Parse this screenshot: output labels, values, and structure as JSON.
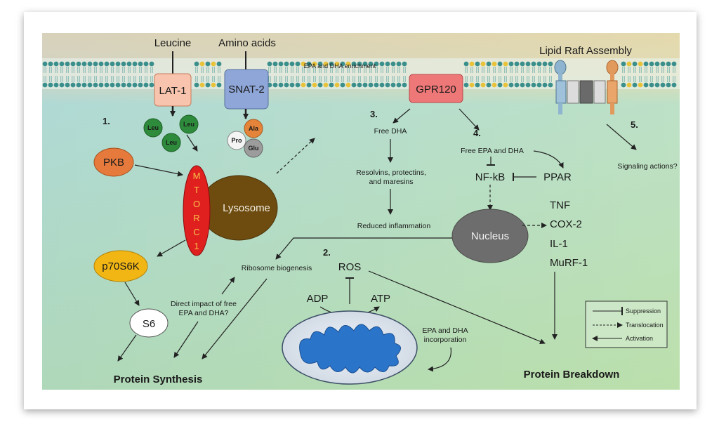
{
  "membrane": {
    "leucine": "Leucine",
    "amino_acids": "Amino acids",
    "lat1": "LAT-1",
    "snat2": "SNAT-2",
    "enrichment": "EPA and DHA enrichment",
    "gpr120": "GPR120",
    "lipid_raft": "Lipid Raft Assembly"
  },
  "steps": {
    "s1": "1.",
    "s2": "2.",
    "s3": "3.",
    "s4": "4.",
    "s5": "5."
  },
  "amino": {
    "leu": "Leu",
    "pro": "Pro",
    "ala": "Ala",
    "glu": "Glu"
  },
  "mtor": {
    "pkb": "PKB",
    "letters": [
      "M",
      "T",
      "O",
      "R",
      "C",
      "1"
    ],
    "lysosome": "Lysosome",
    "p70s6k": "p70S6K",
    "s6": "S6",
    "protein_synthesis": "Protein Synthesis"
  },
  "dha": {
    "free_dha": "Free DHA",
    "resolvins_1": "Resolvins, protectins,",
    "resolvins_2": "and maresins",
    "reduced": "Reduced inflammation"
  },
  "nfkb": {
    "free_epa_dha": "Free EPA and DHA",
    "nfkb": "NF-kB",
    "ppar": "PPAR",
    "nucleus": "Nucleus",
    "genes": [
      "TNF",
      "COX-2",
      "IL-1",
      "MuRF-1"
    ],
    "signaling": "Signaling actions?"
  },
  "mito": {
    "ribosome": "Ribosome biogenesis",
    "direct_1": "Direct impact of free",
    "direct_2": "EPA and DHA?",
    "ros": "ROS",
    "adp": "ADP",
    "atp": "ATP",
    "incorp_1": "EPA and DHA",
    "incorp_2": "incorporation",
    "protein_breakdown": "Protein Breakdown"
  },
  "legend": {
    "suppression": "Suppression",
    "translocation": "Translocation",
    "activation": "Activation"
  },
  "colors": {
    "membrane_head": "#3a8f8c",
    "membrane_yellow": "#e8c33a",
    "lat1": "#f8c4ae",
    "snat2": "#8ea6d8",
    "gpr120": "#ee7777",
    "leu": "#2e8b3b",
    "ala": "#e4843a",
    "pkb": "#e67a3c",
    "mtor": "#e01f1f",
    "lysosome": "#6e4c10",
    "p70s6k": "#f2b614",
    "nucleus": "#6d6d6d",
    "mito": "#2a74c9"
  }
}
